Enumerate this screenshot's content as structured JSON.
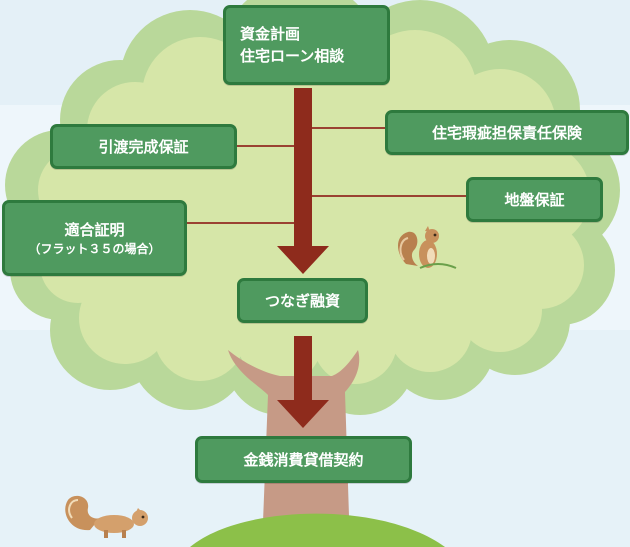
{
  "colors": {
    "sky": "#e6f2f8",
    "canopy_outer": "#b9d89a",
    "canopy_inner": "#d6e6a8",
    "trunk": "#c69a86",
    "ground": "#8cc049",
    "arrow": "#8e2b1c",
    "box_fill": "#4f9a5f",
    "box_border": "#2e7a3e"
  },
  "steps": {
    "top": {
      "line1": "資金計画",
      "line2": "住宅ローン相談"
    },
    "middle": "つなぎ融資",
    "bottom": "金銭消費貸借契約"
  },
  "branches": {
    "left_1": "引渡完成保証",
    "left_2": {
      "line1": "適合証明",
      "line2": "（フラット３５の場合）"
    },
    "right_1": "住宅瑕疵担保責任保険",
    "right_2": "地盤保証"
  },
  "decor": [
    "squirrel-icon",
    "squirrel-icon"
  ]
}
